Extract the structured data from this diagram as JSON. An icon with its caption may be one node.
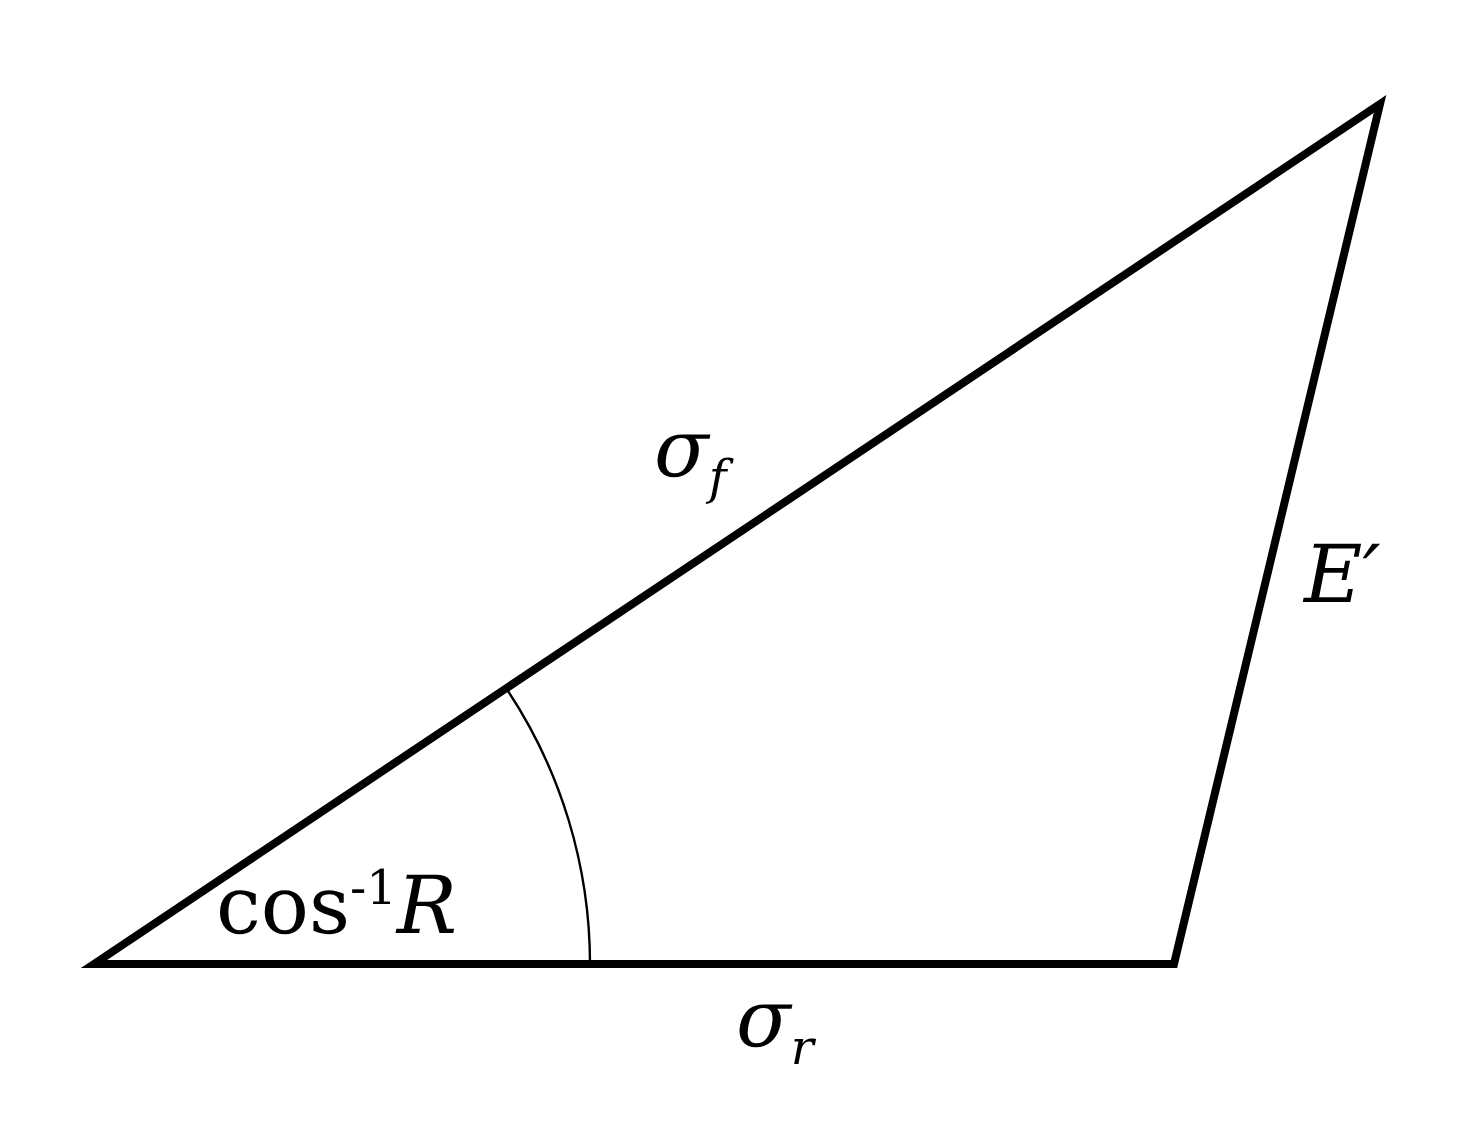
{
  "diagram": {
    "labels": [
      "σ$_{f}$",
      "E′",
      "cos$^{-1}$*R*",
      "σ$_{r}$"
    ]
  }
}
